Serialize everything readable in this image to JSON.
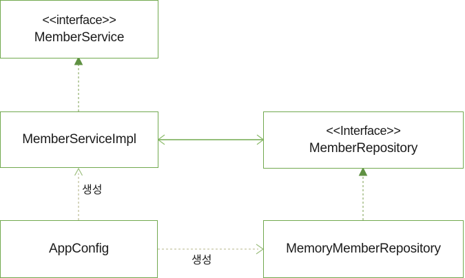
{
  "diagram": {
    "type": "uml-class-diagram",
    "title": "",
    "stroke_color": "#70a84d",
    "text_color": "#1a1a1a",
    "background": "#ffffff",
    "nodes": [
      {
        "id": "member-service",
        "stereotype": "<<interface>>",
        "name": "MemberService",
        "kind": "interface"
      },
      {
        "id": "member-service-impl",
        "stereotype": "",
        "name": "MemberServiceImpl",
        "kind": "class"
      },
      {
        "id": "member-repository",
        "stereotype": "<<Interface>>",
        "name": "MemberRepository",
        "kind": "interface"
      },
      {
        "id": "app-config",
        "stereotype": "",
        "name": "AppConfig",
        "kind": "class"
      },
      {
        "id": "memory-member-repository",
        "stereotype": "",
        "name": "MemoryMemberRepository",
        "kind": "class"
      }
    ],
    "edges": [
      {
        "id": "impl-realizes-service",
        "from": "member-service-impl",
        "to": "member-service",
        "style": "dashed",
        "arrow": "closed-triangle",
        "label": ""
      },
      {
        "id": "impl-uses-repository",
        "from": "member-service-impl",
        "to": "member-repository",
        "style": "solid",
        "arrow": "open-both",
        "label": ""
      },
      {
        "id": "memory-realizes-repository",
        "from": "memory-member-repository",
        "to": "member-repository",
        "style": "dashed",
        "arrow": "closed-triangle",
        "label": ""
      },
      {
        "id": "appconfig-creates-impl",
        "from": "app-config",
        "to": "member-service-impl",
        "style": "dashed",
        "arrow": "open",
        "label": "생성"
      },
      {
        "id": "appconfig-creates-memory",
        "from": "app-config",
        "to": "memory-member-repository",
        "style": "dashed",
        "arrow": "open",
        "label": "생성"
      }
    ]
  }
}
